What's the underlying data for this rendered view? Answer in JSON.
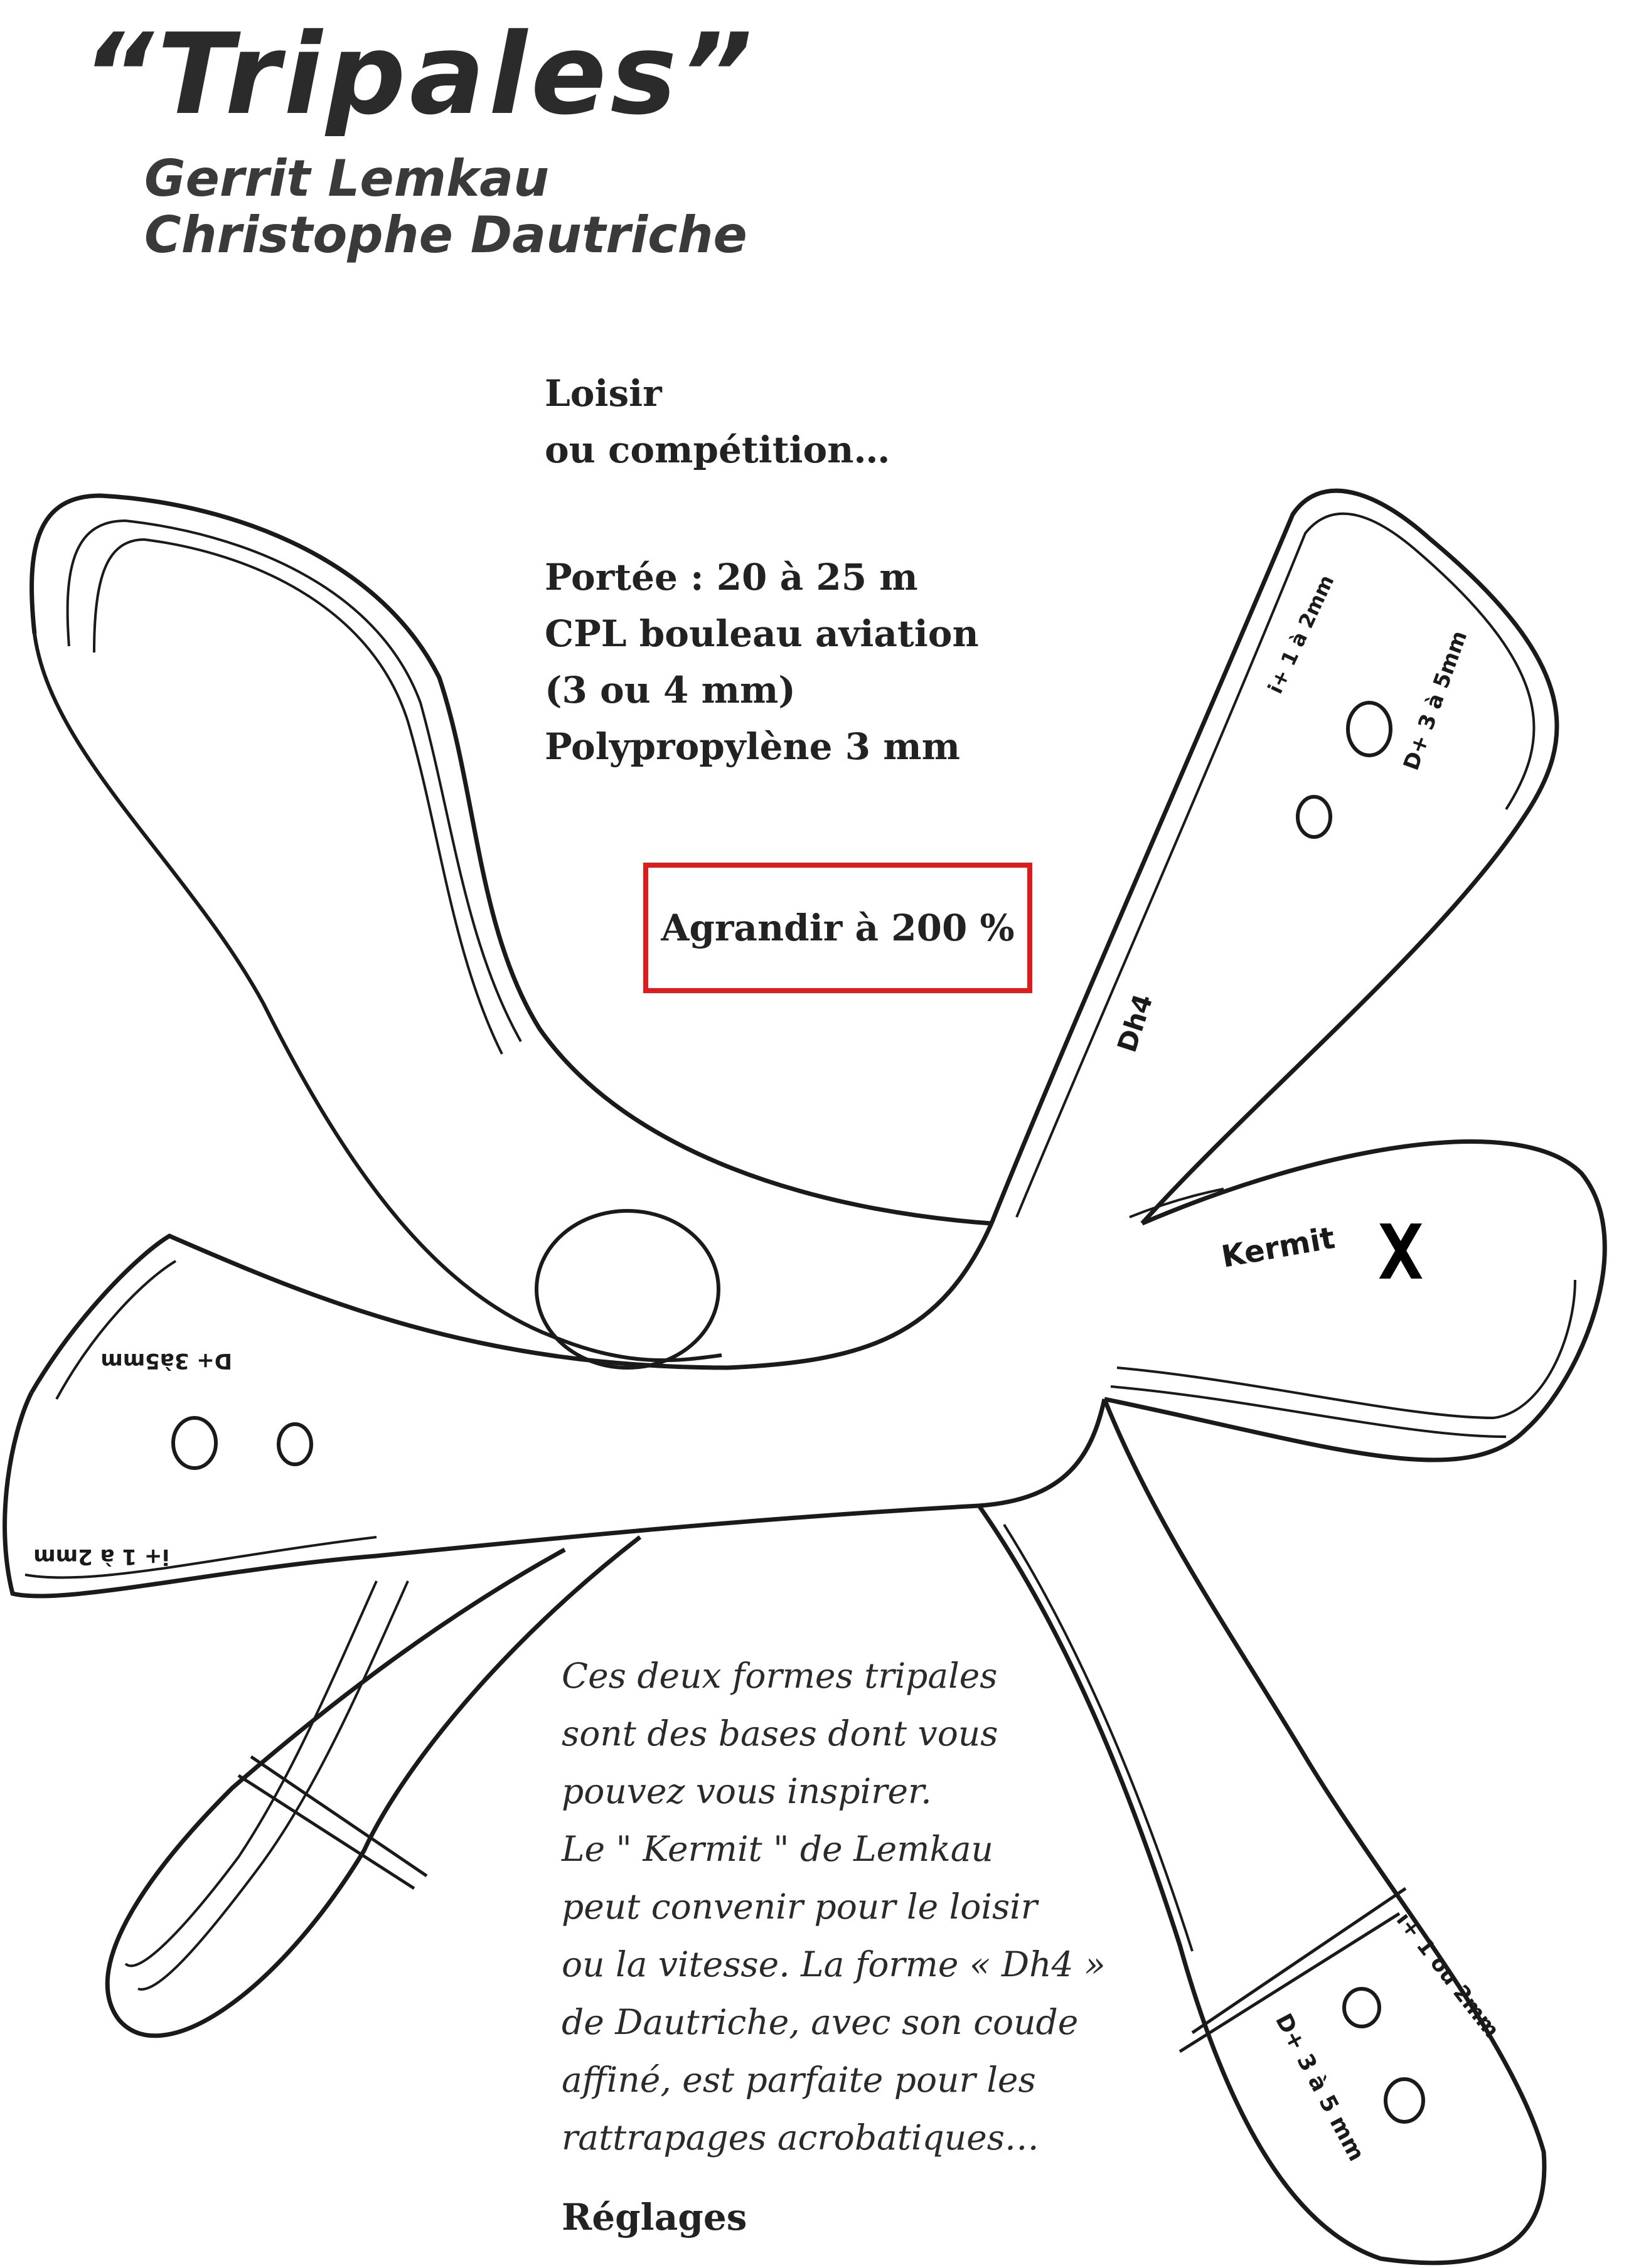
{
  "header": {
    "title": "“Tripales”",
    "authors": [
      "Gerrit Lemkau",
      "Christophe Dautriche"
    ]
  },
  "heading": [
    "Loisir",
    "ou compétition…"
  ],
  "specs": [
    "Portée : 20 à 25 m",
    "CPL bouleau aviation",
    "(3 ou 4 mm)",
    "Polypropylène 3 mm"
  ],
  "enlarge_label": "Agrandir à 200 %",
  "highlight_color": "#e11b1b",
  "mark_label": "X",
  "plan_labels": {
    "dh4": "Dh4",
    "kermit": "Kermit",
    "right_top_i": "i+ 1 à 2mm",
    "right_top_d": "D+ 3 à 5mm",
    "left_d": "D+ 3à5mm",
    "left_i": "i+ 1 à 2mm",
    "bottom_i": "i+ 1 ou 2mm",
    "bottom_d": "D+ 3 à 5 mm"
  },
  "description": [
    "Ces deux formes tripales",
    "sont des bases dont vous",
    "pouvez vous inspirer.",
    "Le \" Kermit \" de Lemkau",
    "peut convenir pour le loisir",
    "ou la vitesse. La forme « Dh4 »",
    "de Dautriche, avec son coude",
    "affiné, est parfaite pour les",
    "rattrapages acrobatiques…"
  ],
  "footer_heading": "Réglages"
}
